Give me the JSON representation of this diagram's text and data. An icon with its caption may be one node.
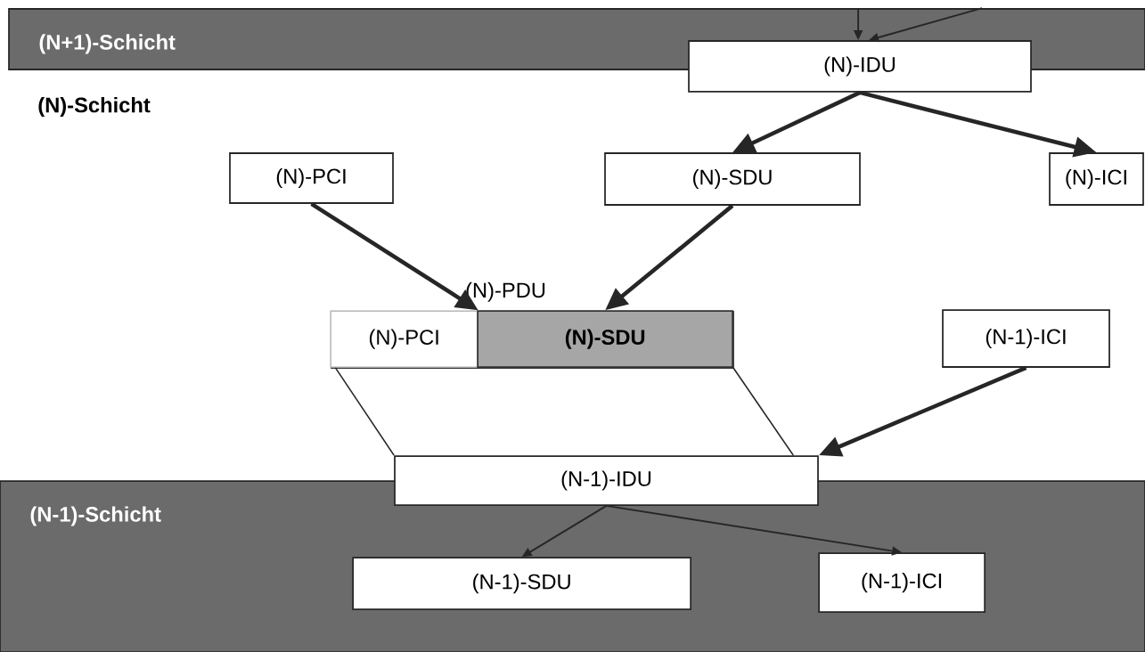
{
  "diagram": {
    "nodes": [
      {
        "text": [
          "(N+1)-Schicht"
        ]
      },
      {
        "text": [
          "(N)-IDU"
        ]
      },
      {
        "text": [
          "(N)-SDU"
        ]
      },
      {
        "text": [
          "(N)-ICI"
        ]
      },
      {
        "text": [
          "(N)-PCI"
        ]
      },
      {
        "text": [
          "(N)-PDU"
        ]
      },
      {
        "text": [
          "(N)-PCI"
        ],
        "in": 5
      },
      {
        "text": [
          "**(N)-SDU**"
        ],
        "in": 5
      },
      {
        "text": [
          "(N-1)-ICI"
        ]
      },
      {
        "text": [
          "(N-1)-IDU"
        ]
      },
      {
        "text": [
          "(N-1)-Schicht"
        ]
      },
      {
        "text": [
          "(N-1)-SDU"
        ],
        "in": 10
      },
      {
        "text": [
          "(N-1)-ICI"
        ],
        "in": 10
      }
    ],
    "edges": [
      {
        "from": 0,
        "to": 1,
        "arrow": "to"
      },
      {
        "from": 0,
        "to": 1,
        "arrow": "to"
      },
      {
        "from": 1,
        "to": 2,
        "arrow": "to",
        "style": "thick"
      },
      {
        "from": 1,
        "to": 3,
        "arrow": "to",
        "style": "thick"
      },
      {
        "from": 4,
        "to": 6,
        "arrow": "to",
        "style": "thick"
      },
      {
        "from": 2,
        "to": 7,
        "arrow": "to",
        "style": "thick"
      },
      {
        "from": 8,
        "to": 9,
        "arrow": "to",
        "style": "thick"
      },
      {
        "from": 9,
        "to": 11,
        "arrow": "to"
      },
      {
        "from": 9,
        "to": 12,
        "arrow": "to"
      },
      {
        "from": 6,
        "to": 9,
        "arrow": "none"
      },
      {
        "from": 7,
        "to": 9,
        "arrow": "none"
      }
    ],
    "labels": [
      "(N)-Schicht"
    ]
  }
}
